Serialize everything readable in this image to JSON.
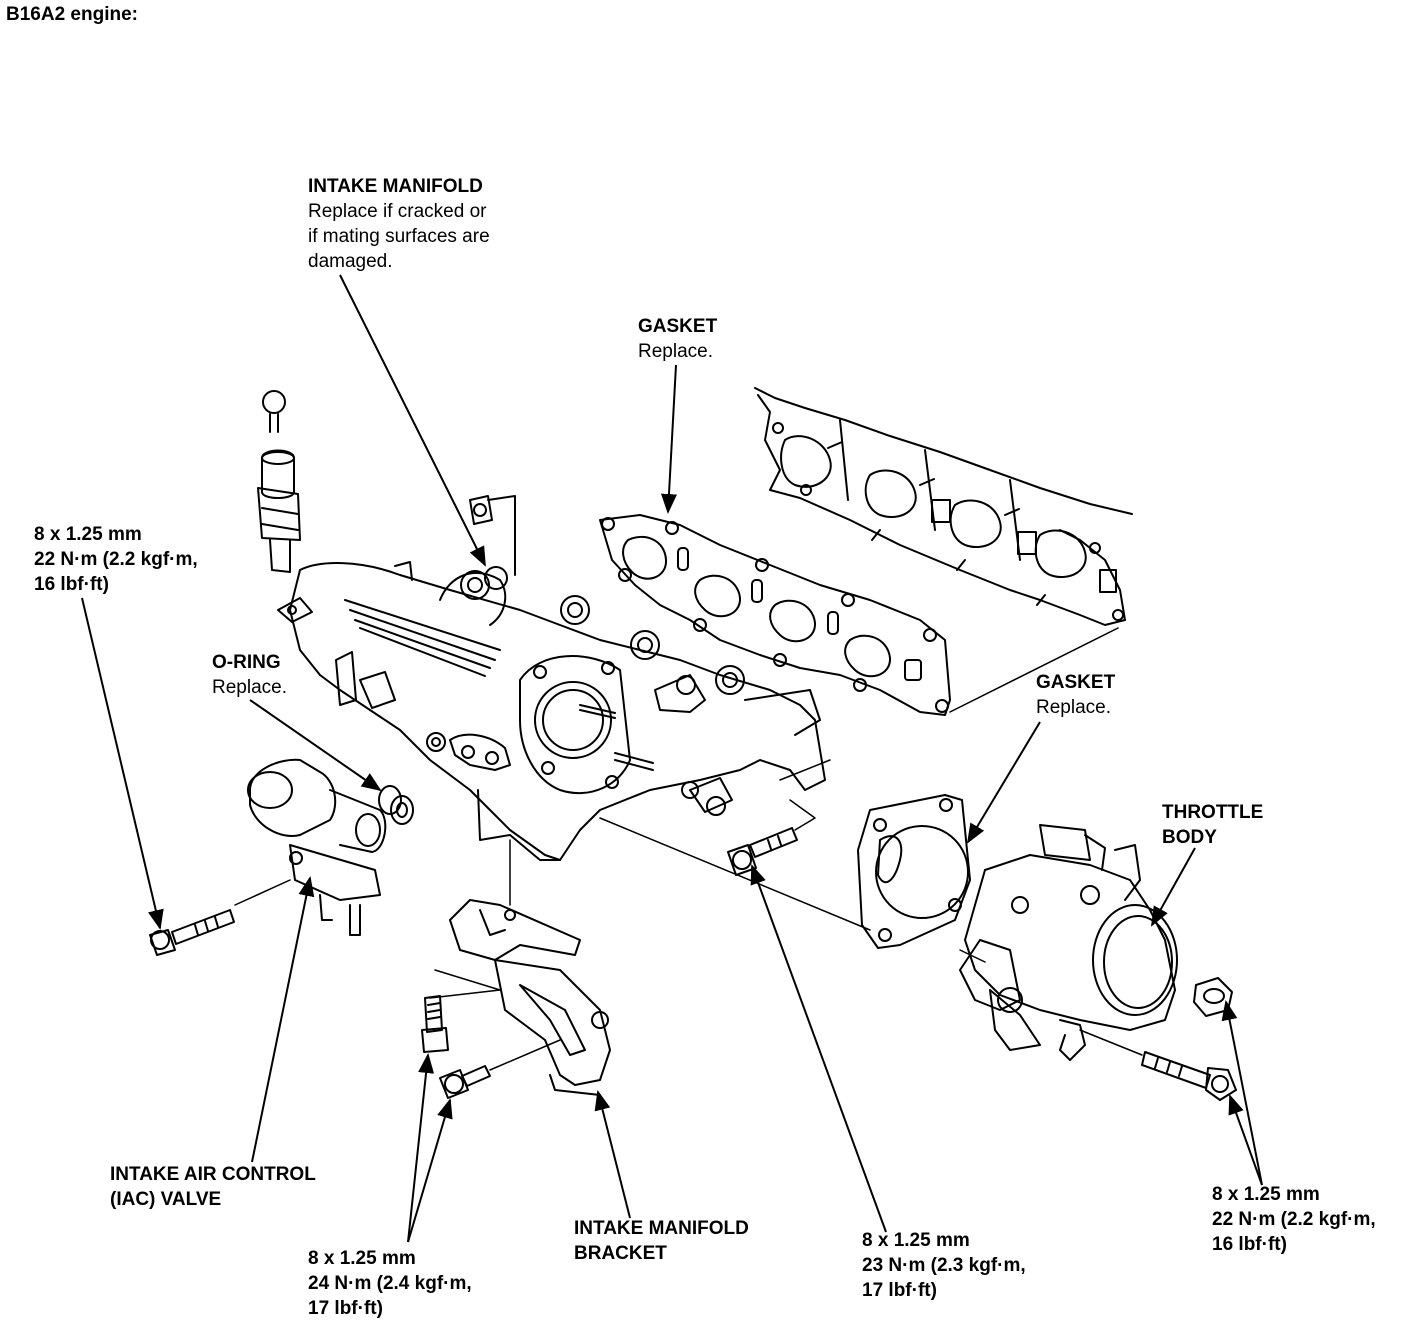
{
  "title": "B16A2 engine:",
  "labels": {
    "intake_manifold": {
      "name": "INTAKE MANIFOLD",
      "note1": "Replace if cracked or",
      "note2": "if mating surfaces are",
      "note3": "damaged."
    },
    "gasket_upper": {
      "name": "GASKET",
      "note": "Replace."
    },
    "gasket_lower": {
      "name": "GASKET",
      "note": "Replace."
    },
    "o_ring": {
      "name": "O-RING",
      "note": "Replace."
    },
    "throttle_body": {
      "line1": "THROTTLE",
      "line2": "BODY"
    },
    "iac_valve": {
      "line1": "INTAKE AIR CONTROL",
      "line2": "(IAC) VALVE"
    },
    "manifold_bracket": {
      "line1": "INTAKE MANIFOLD",
      "line2": "BRACKET"
    }
  },
  "torque": {
    "iac_bolt": {
      "size": "8 x 1.25 mm",
      "torque": "22 N·m (2.2 kgf·m,",
      "imperial": "16 lbf·ft)"
    },
    "bracket_bolts": {
      "size": "8 x 1.25 mm",
      "torque": "24 N·m (2.4 kgf·m,",
      "imperial": "17 lbf·ft)"
    },
    "manifold_bolt": {
      "size": "8 x 1.25 mm",
      "torque": "23 N·m (2.3 kgf·m,",
      "imperial": "17 lbf·ft)"
    },
    "throttle_bolts": {
      "size": "8 x 1.25 mm",
      "torque": "22 N·m (2.2 kgf·m,",
      "imperial": "16 lbf·ft)"
    }
  }
}
